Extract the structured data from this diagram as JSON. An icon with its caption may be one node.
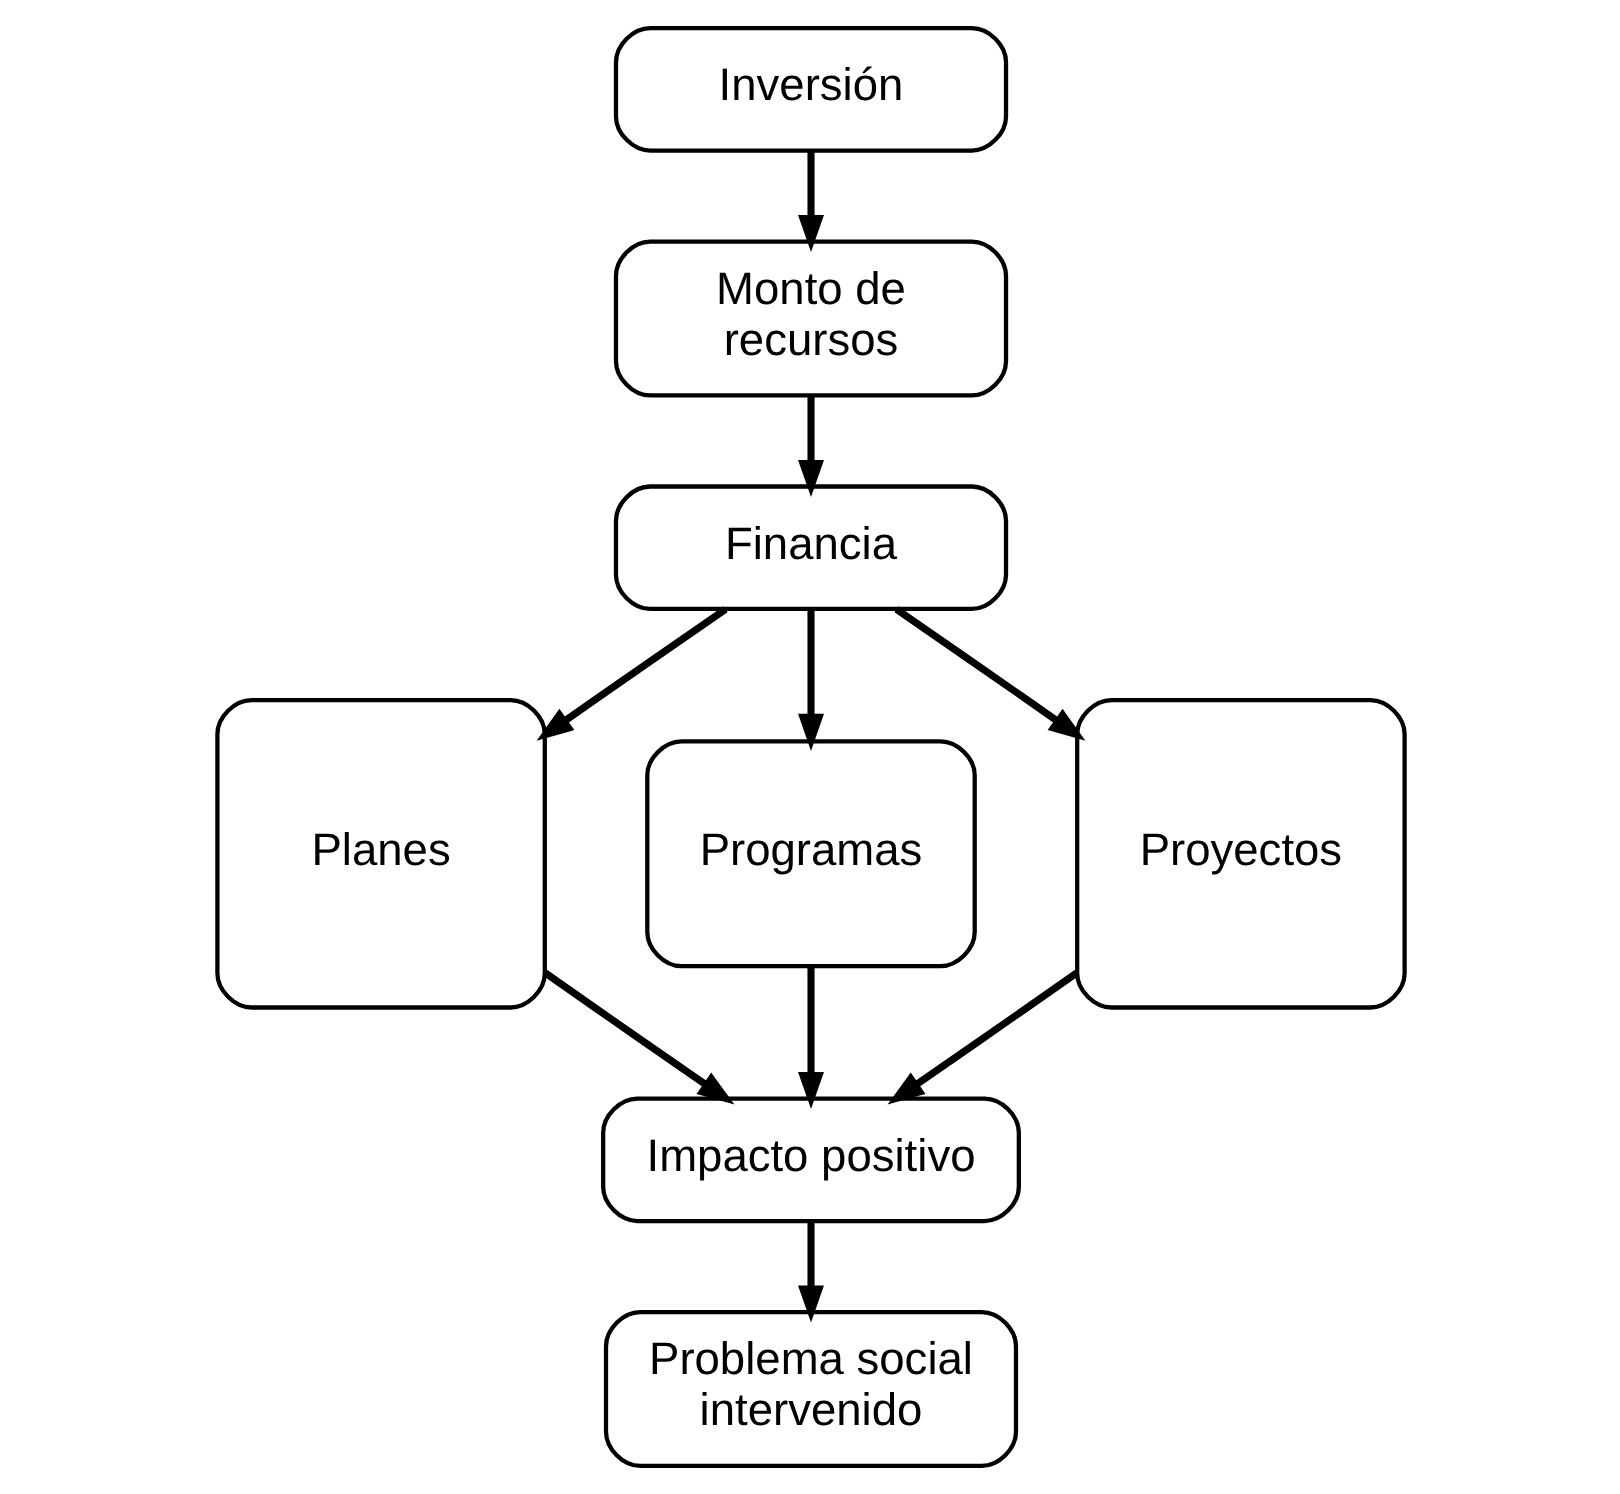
{
  "diagram": {
    "nodes": [
      {
        "text": [
          "Inversión"
        ]
      },
      {
        "text": [
          "Monto de recursos"
        ]
      },
      {
        "text": [
          "Financia"
        ]
      },
      {
        "text": [
          "Planes"
        ]
      },
      {
        "text": [
          "Programas"
        ]
      },
      {
        "text": [
          "Proyectos"
        ]
      },
      {
        "text": [
          "Impacto positivo"
        ]
      },
      {
        "text": [
          "Problema social intervenido"
        ]
      }
    ],
    "edges": [
      {
        "from": 0,
        "to": 1,
        "arrow": "to"
      },
      {
        "from": 1,
        "to": 2,
        "arrow": "to"
      },
      {
        "from": 2,
        "to": 3,
        "arrow": "to"
      },
      {
        "from": 2,
        "to": 4,
        "arrow": "to"
      },
      {
        "from": 2,
        "to": 5,
        "arrow": "to"
      },
      {
        "from": 3,
        "to": 6,
        "arrow": "to"
      },
      {
        "from": 4,
        "to": 6,
        "arrow": "to"
      },
      {
        "from": 5,
        "to": 6,
        "arrow": "to"
      },
      {
        "from": 6,
        "to": 7,
        "arrow": "to"
      }
    ]
  }
}
